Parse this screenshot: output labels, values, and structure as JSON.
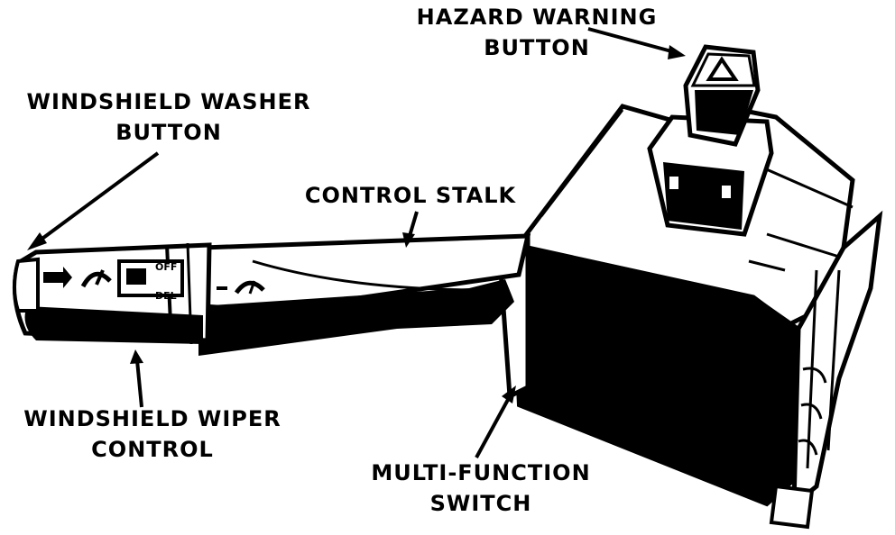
{
  "colors": {
    "ink": "#000000",
    "paper": "#ffffff"
  },
  "labels": {
    "washer_button": [
      "WINDSHIELD WASHER",
      "BUTTON"
    ],
    "hazard_button": [
      "HAZARD WARNING",
      "BUTTON"
    ],
    "control_stalk": [
      "CONTROL STALK"
    ],
    "wiper_control": [
      "WINDSHIELD WIPER",
      "CONTROL"
    ],
    "multi_function_switch": [
      "MULTI-FUNCTION",
      "SWITCH"
    ]
  },
  "stalk_markings": {
    "off": "OFF",
    "del": "DEL"
  },
  "icons": [
    "washer-arrow-icon",
    "wiper-icon",
    "low-wiper-icon",
    "hazard-triangle-icon"
  ]
}
